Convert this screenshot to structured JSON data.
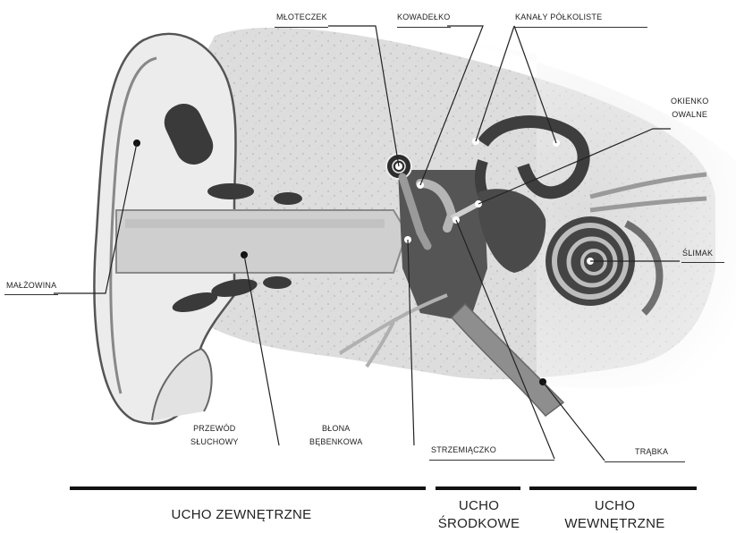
{
  "labels": {
    "mloteczek": "MŁOTECZEK",
    "kowadelko": "KOWADEŁKO",
    "kanaly": "KANAŁY PÓŁKOLISTE",
    "okienko": "OKIENKO\nOWALNE",
    "slimak": "ŚLIMAK",
    "malzowina": "MAŁŻOWINA",
    "przewod": "PRZEWÓD\nSŁUCHOWY",
    "blona": "BŁONA\nBĘBENKOWA",
    "strzemiaczko": "STRZEMIĄCZKO",
    "trabka": "TRĄBKA"
  },
  "sections": {
    "outer": "UCHO ZEWNĘTRZNE",
    "middle": "UCHO\nŚRODKOWE",
    "inner": "UCHO\nWEWNĘTRZNE"
  }
}
